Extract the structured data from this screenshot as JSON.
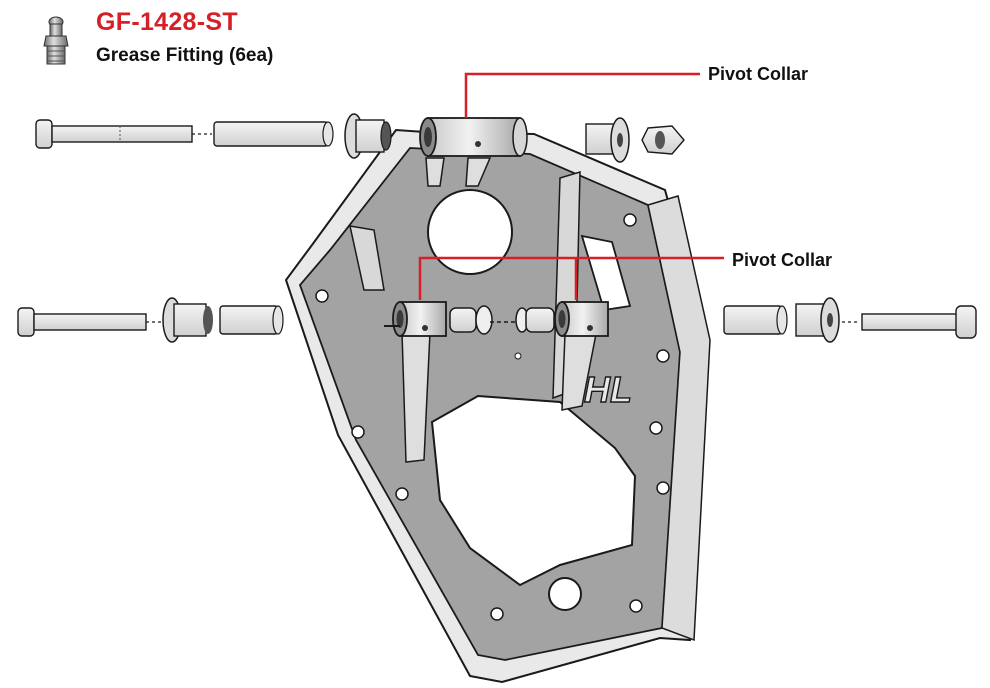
{
  "header": {
    "part_number": "GF-1428-ST",
    "part_description": "Grease Fitting  (6ea)"
  },
  "callouts": {
    "top": "Pivot Collar",
    "middle": "Pivot Collar"
  },
  "plate_logo": "HL",
  "colors": {
    "accent_red": "#d61f26",
    "plate_fill": "#a3a3a3",
    "plate_edge": "#e6e6e6",
    "outline": "#1a1a1a"
  }
}
